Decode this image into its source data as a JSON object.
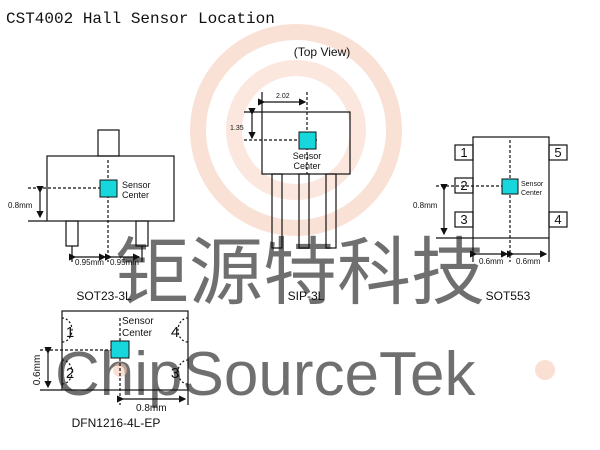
{
  "title": "CST4002 Hall Sensor Location",
  "view_label": "(Top View)",
  "sensor_label": [
    "Sensor",
    "Center"
  ],
  "watermark": {
    "text_cn": "钜源特科技",
    "text_en": "ChipSourceTek",
    "color": "#f6c9b5"
  },
  "colors": {
    "sensor": "#17d6dc",
    "line": "#111111"
  },
  "packages": {
    "sot23": {
      "name": "SOT23-3L",
      "dim_vertical": "0.8mm",
      "dim_left": "0.95mm",
      "dim_right": "0.95mm"
    },
    "sip": {
      "name": "SIP-3L",
      "dim_width": "2.02",
      "dim_height": "1.35"
    },
    "sot553": {
      "name": "SOT553",
      "pins": [
        "1",
        "2",
        "3",
        "4",
        "5"
      ],
      "dim_vertical": "0.8mm",
      "dim_left": "0.6mm",
      "dim_right": "0.6mm"
    },
    "dfn": {
      "name": "DFN1216-4L-EP",
      "pins": [
        "1",
        "2",
        "3",
        "4"
      ],
      "dim_vertical": "0.6mm",
      "dim_horizontal": "0.8mm"
    }
  }
}
